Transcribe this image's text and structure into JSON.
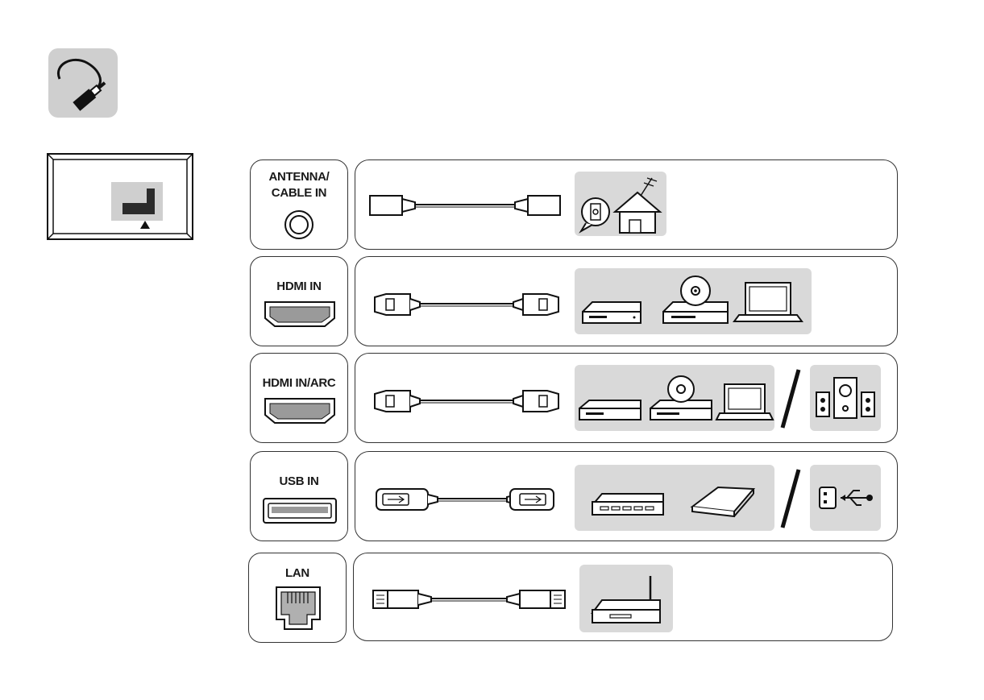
{
  "ports": [
    {
      "label_line1": "ANTENNA/",
      "label_line2": "CABLE IN",
      "jack": "coax-jack-icon",
      "cable": "coax-cable-icon",
      "devices": [
        "wall-outlet-icon",
        "antenna-house-icon"
      ]
    },
    {
      "label_line1": "HDMI IN",
      "label_line2": "",
      "jack": "hdmi-jack-icon",
      "cable": "hdmi-cable-icon",
      "devices": [
        "set-top-box-icon",
        "dvd-player-icon",
        "laptop-icon"
      ]
    },
    {
      "label_line1": "HDMI IN/ARC",
      "label_line2": "",
      "jack": "hdmi-jack-icon",
      "cable": "hdmi-cable-icon",
      "devices": [
        "set-top-box-icon",
        "dvd-player-icon",
        "laptop-icon",
        "speakers-icon"
      ]
    },
    {
      "label_line1": "USB IN",
      "label_line2": "",
      "jack": "usb-jack-icon",
      "cable": "usb-cable-icon",
      "devices": [
        "usb-hub-icon",
        "external-hdd-icon",
        "usb-stick-icon"
      ]
    },
    {
      "label_line1": "LAN",
      "label_line2": "",
      "jack": "ethernet-jack-icon",
      "cable": "ethernet-cable-icon",
      "devices": [
        "router-icon"
      ]
    }
  ],
  "footer_text": "",
  "colors": {
    "panel": "#d9d9d9",
    "ink": "#1a1a1a",
    "icon_bg": "#cfcfcf"
  }
}
